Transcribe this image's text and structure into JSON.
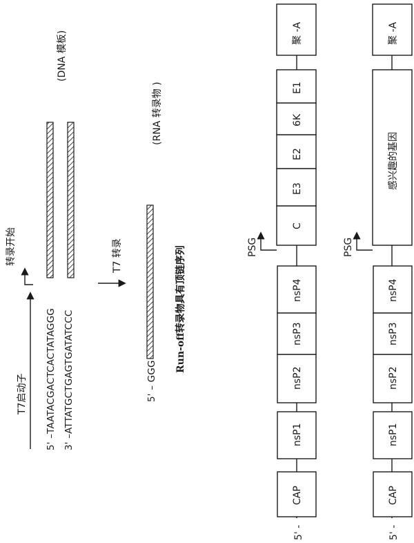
{
  "top": {
    "t7_promoter": "T7启动子",
    "transcription_start": "转录开始",
    "seq_top": "5' –TAATACGACTCACTATAGGG",
    "seq_bottom": "3' –ATTATGCTGAGTGATATCCC",
    "dna_template": "(DNA 模板)",
    "t7_transcription": "T7 转录",
    "rna_prefix": "5' – GGG",
    "rna_transcript": "(RNA 转录物 )",
    "runoff_caption": "Run-off转录物具有顶链序列"
  },
  "construct_a": {
    "five_prime": "5' -",
    "psg": "PSG",
    "boxes": [
      "CAP",
      "nsP1",
      "nsP2",
      "nsP3",
      "nsP4",
      "C",
      "E3",
      "E2",
      "6K",
      "E1",
      "聚 -A"
    ]
  },
  "construct_b": {
    "five_prime": "5' -",
    "psg": "PSG",
    "boxes": [
      "CAP",
      "nsP1",
      "nsP2",
      "nsP3",
      "nsP4",
      "感兴趣的基因",
      "聚 -A"
    ]
  }
}
